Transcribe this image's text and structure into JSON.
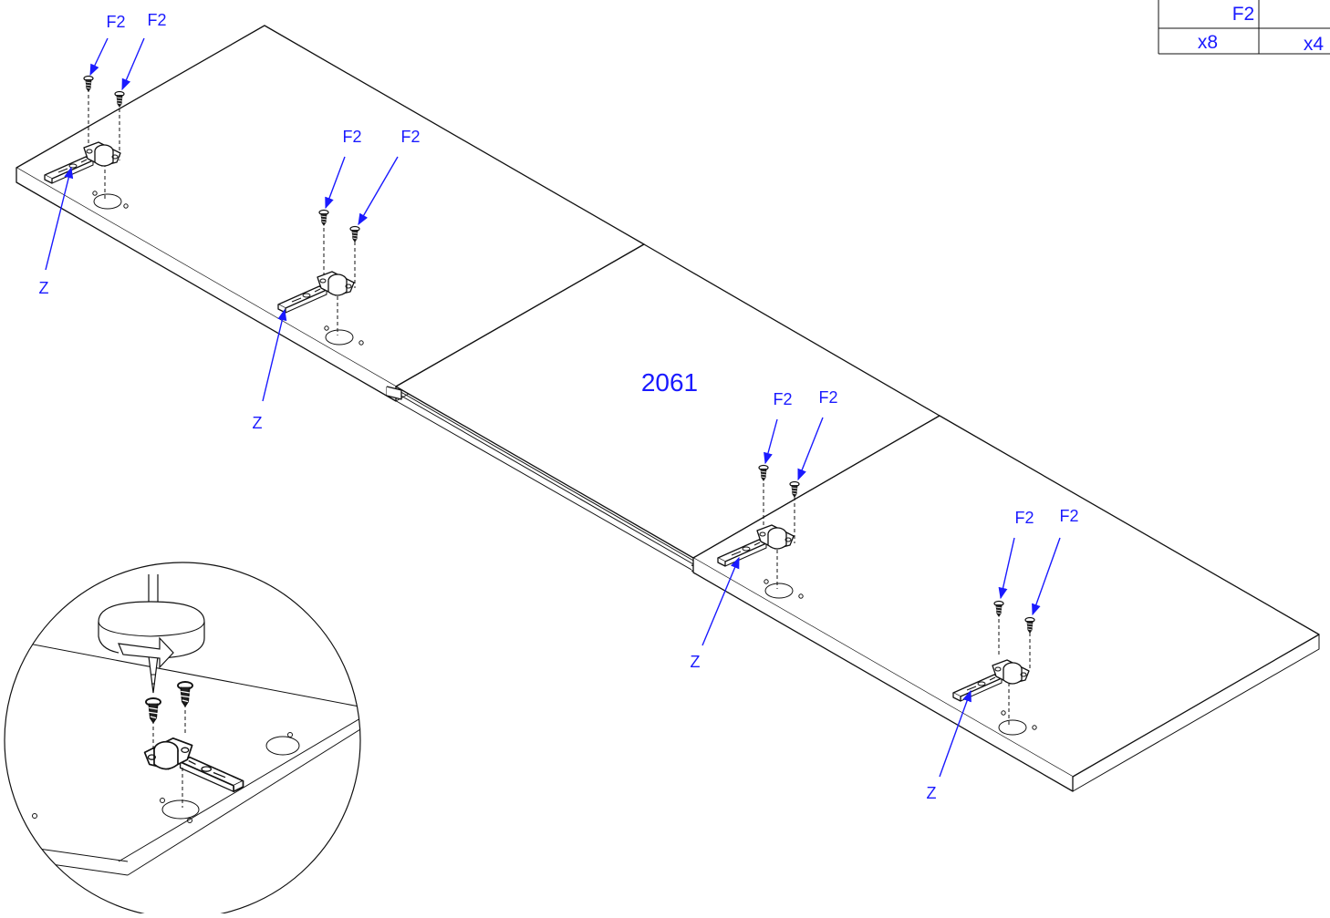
{
  "parts_table": {
    "part_code": "F2",
    "qty_a": "x8",
    "qty_b": "x4"
  },
  "dimension_label": "2061",
  "labels": {
    "screw": "F2",
    "hinge": "Z"
  },
  "colors": {
    "label": "#1a1aff",
    "line": "#111111",
    "background": "#ffffff"
  },
  "icons": [
    "hinge-icon",
    "screw-icon",
    "screwdriver-icon",
    "rotation-arrow-icon"
  ]
}
